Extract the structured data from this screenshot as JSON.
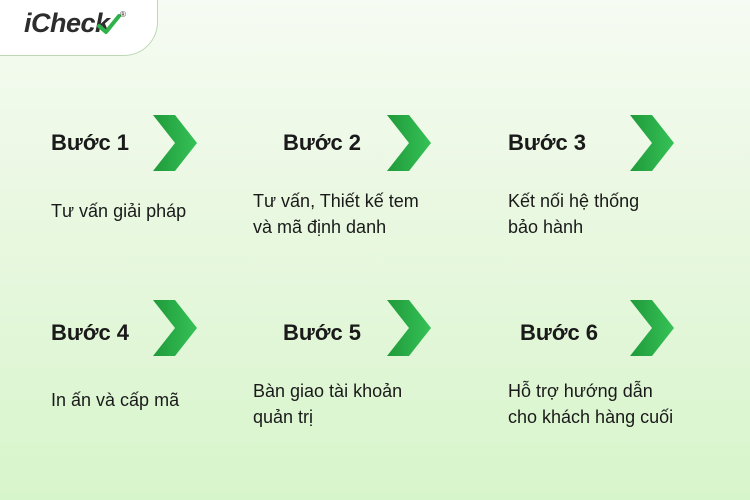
{
  "brand": {
    "name": "iCheck",
    "registered": "®",
    "accent_color": "#2fb24a"
  },
  "steps": [
    {
      "title": "Bước 1",
      "lines": [
        "Tư vấn giải pháp"
      ]
    },
    {
      "title": "Bước 2",
      "lines": [
        "Tư vấn, Thiết kế tem",
        "và mã định danh"
      ]
    },
    {
      "title": "Bước 3",
      "lines": [
        "Kết nối hệ thống",
        "bảo hành"
      ]
    },
    {
      "title": "Bước 4",
      "lines": [
        "In ấn và cấp mã"
      ]
    },
    {
      "title": "Bước 5",
      "lines": [
        "Bàn giao tài khoản",
        "quản trị"
      ]
    },
    {
      "title": "Bước 6",
      "lines": [
        "Hỗ trợ hướng dẫn",
        "cho khách hàng cuối"
      ]
    }
  ],
  "icons": {
    "step_arrow": "chevron-right-icon",
    "logo_mark": "checkmark-icon"
  }
}
